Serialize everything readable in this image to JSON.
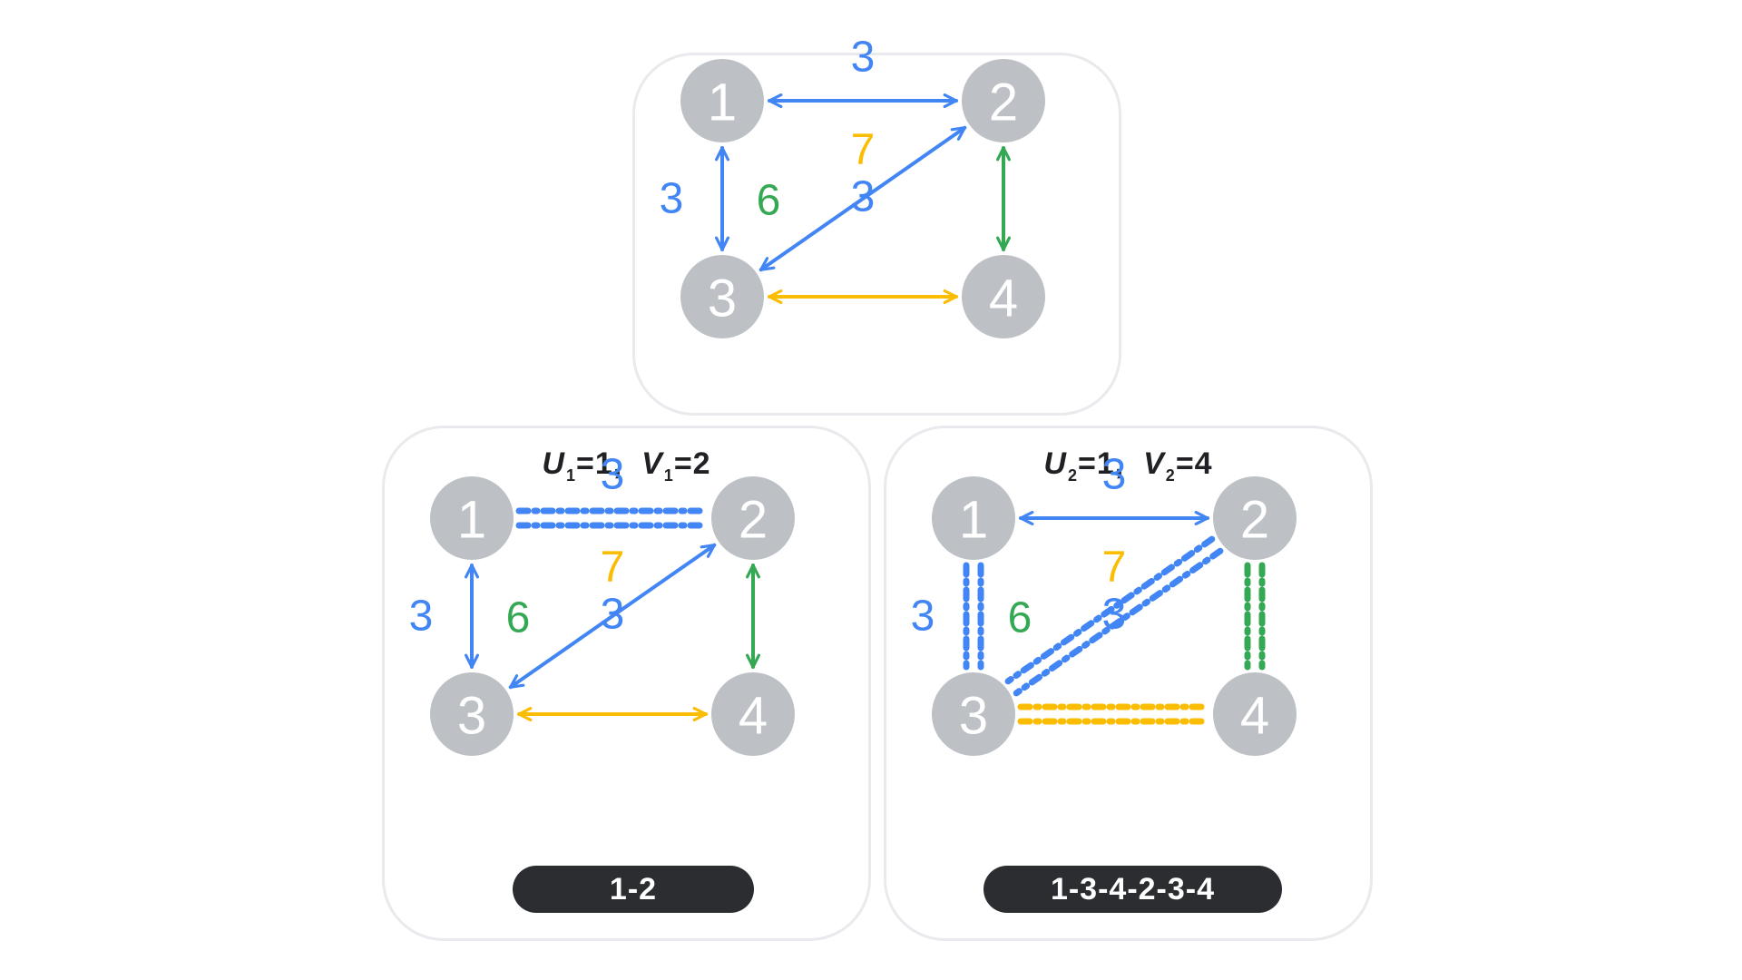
{
  "colors": {
    "blue": "#4285f4",
    "green": "#34a853",
    "yellow": "#fbbc04",
    "node": "#bdc1c6",
    "badge": "#2b2d31"
  },
  "graph": {
    "nodes": [
      "1",
      "2",
      "3",
      "4"
    ],
    "edges": [
      {
        "id": "e12",
        "from": "1",
        "to": "2",
        "weight": "3",
        "color": "blue"
      },
      {
        "id": "e13",
        "from": "1",
        "to": "3",
        "weight": "3",
        "color": "blue"
      },
      {
        "id": "e23",
        "from": "2",
        "to": "3",
        "weight": "3",
        "color": "blue"
      },
      {
        "id": "e24",
        "from": "2",
        "to": "4",
        "weight": "6",
        "color": "green"
      },
      {
        "id": "e34",
        "from": "3",
        "to": "4",
        "weight": "7",
        "color": "yellow"
      }
    ]
  },
  "panels": {
    "top": {
      "dashed_edges": []
    },
    "left": {
      "title": {
        "u_var": "U",
        "u_sub": "1",
        "u_val": "=1,",
        "v_var": "V",
        "v_sub": "1",
        "v_val": "=2"
      },
      "dashed_edges": [
        "e12"
      ],
      "path": "1-2"
    },
    "right": {
      "title": {
        "u_var": "U",
        "u_sub": "2",
        "u_val": "=1,",
        "v_var": "V",
        "v_sub": "2",
        "v_val": "=4"
      },
      "dashed_edges": [
        "e13",
        "e23",
        "e24",
        "e34"
      ],
      "path": "1-3-4-2-3-4"
    }
  }
}
